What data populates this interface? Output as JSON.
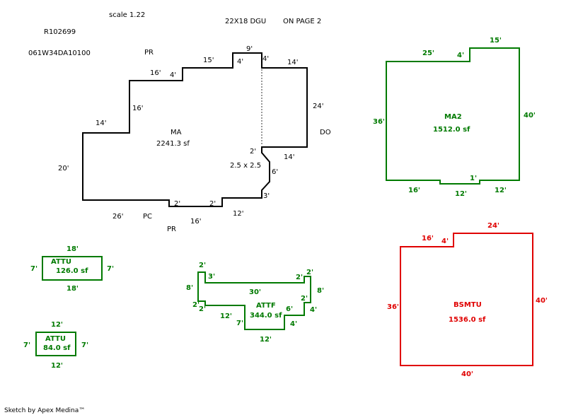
{
  "header": {
    "scale": "scale 1.22",
    "record_id": "R102699",
    "parcel_id": "061W34DA10100",
    "note_dgu": "22X18 DGU",
    "note_page": "ON PAGE 2",
    "label_pr_top": "PR"
  },
  "colors": {
    "ma": "#000000",
    "green": "#007a00",
    "red": "#e00000",
    "dashed": "#999999"
  },
  "ma": {
    "name": "MA",
    "area": "2241.3 sf",
    "dims": [
      "9'",
      "4'",
      "4'",
      "14'",
      "15'",
      "16'",
      "4'",
      "16'",
      "14'",
      "20'",
      "26'",
      "2'",
      "2'",
      "16'",
      "12'",
      "3'",
      "6'",
      "2'",
      "14'",
      "24'"
    ],
    "inset": "2.5 x 2.5",
    "adjacent": {
      "do": "DO",
      "pc": "PC",
      "pr": "PR"
    }
  },
  "ma2": {
    "name": "MA2",
    "area": "1512.0 sf",
    "dims": [
      "25'",
      "4'",
      "15'",
      "36'",
      "40'",
      "16'",
      "12'",
      "1'",
      "12'"
    ]
  },
  "bsmtu": {
    "name": "BSMTU",
    "area": "1536.0 sf",
    "dims": [
      "16'",
      "4'",
      "24'",
      "36'",
      "40'",
      "40'"
    ]
  },
  "attu1": {
    "name": "ATTU",
    "area": "126.0 sf",
    "dims": [
      "18'",
      "7'",
      "7'",
      "18'"
    ]
  },
  "attu2": {
    "name": "ATTU",
    "area": "84.0 sf",
    "dims": [
      "12'",
      "7'",
      "7'",
      "12'"
    ]
  },
  "attf": {
    "name": "ATTF",
    "area": "344.0 sf",
    "dims": [
      "2'",
      "3'",
      "8'",
      "2'",
      "2'",
      "30'",
      "2'",
      "2'",
      "8'",
      "2'",
      "4'",
      "6'",
      "4'",
      "12'",
      "7'",
      "12'"
    ]
  },
  "footer": {
    "credit": "Sketch by Apex Medina™"
  }
}
